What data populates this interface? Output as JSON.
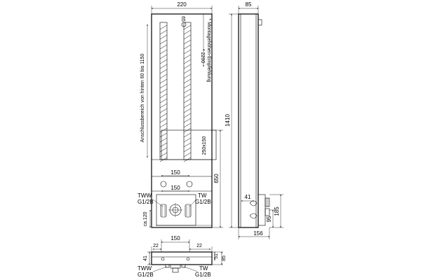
{
  "drawing": {
    "front": {
      "dim_width_top": "220",
      "dim_65": "65",
      "dim_2200": "* 2200",
      "note_montage": "* Montagehöhen-Empfehlung",
      "note_anschluss": "Anschlussbereich von hinten  60 bis 1150",
      "dim_250x150": "250x150",
      "dim_150_upper": "150",
      "dim_150_lower": "150",
      "dim_650": "650",
      "label_tww": "TWW",
      "label_tww_thread": "G1/2B",
      "label_tw": "TW",
      "label_tw_thread": "G1/2B",
      "dim_ca120": "ca.120"
    },
    "side": {
      "dim_85": "85",
      "dim_1410": "1410",
      "dim_41": "41",
      "dim_185": "185",
      "dim_95": "95",
      "dim_156": "156"
    },
    "top": {
      "dim_150": "150",
      "dim_22_left": "22",
      "dim_22_right": "22",
      "dim_41": "41",
      "dim_51": "51",
      "dim_85": "85",
      "label_tww": "TWW",
      "label_tww_thread": "G1/2B",
      "label_tw": "TW",
      "label_tw_thread": "G1/2B"
    }
  }
}
